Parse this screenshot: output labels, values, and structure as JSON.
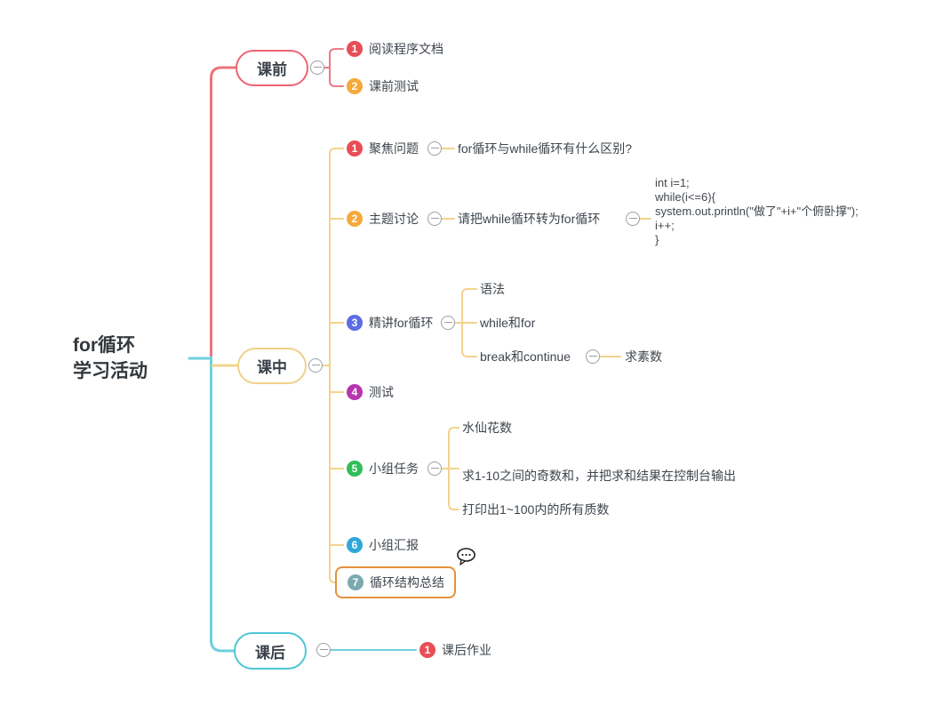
{
  "root_title": "for循环\n学习活动",
  "pre_class": {
    "label": "课前",
    "items": [
      {
        "badge": "1",
        "label": "阅读程序文档"
      },
      {
        "badge": "2",
        "label": "课前测试"
      }
    ]
  },
  "in_class": {
    "label": "课中",
    "items": [
      {
        "badge": "1",
        "label": "聚焦问题",
        "detail": "for循环与while循环有什么区别?"
      },
      {
        "badge": "2",
        "label": "主题讨论",
        "detail": "请把while循环转为for循环",
        "code": "int i=1;\nwhile(i<=6){\nsystem.out.println(\"做了\"+i+\"个俯卧撑\");\ni++;\n}"
      },
      {
        "badge": "3",
        "label": "精讲for循环",
        "children": [
          "语法",
          "while和for",
          "break和continue"
        ],
        "grandchild": "求素数"
      },
      {
        "badge": "4",
        "label": "测试"
      },
      {
        "badge": "5",
        "label": "小组任务",
        "children": [
          "水仙花数",
          "求1-10之间的奇数和，并把求和结果在控制台输出",
          "打印出1~100内的所有质数"
        ]
      },
      {
        "badge": "6",
        "label": "小组汇报"
      },
      {
        "badge": "7",
        "label": "循环结构总结"
      }
    ]
  },
  "post_class": {
    "label": "课后",
    "items": [
      {
        "badge": "1",
        "label": "课后作业"
      }
    ]
  },
  "colors": {
    "branch_pre": "#ec6571",
    "branch_in": "#f0d089",
    "branch_post": "#4fc6d6",
    "badge_red": "#e84e55",
    "badge_orange": "#f6a93b",
    "badge_blue": "#5c6ce2",
    "badge_magenta": "#b735af",
    "badge_green": "#31bd58",
    "badge_cyan": "#2fa8d8",
    "badge_teal": "#7ba9af",
    "highlight_box": "#e5913c"
  }
}
